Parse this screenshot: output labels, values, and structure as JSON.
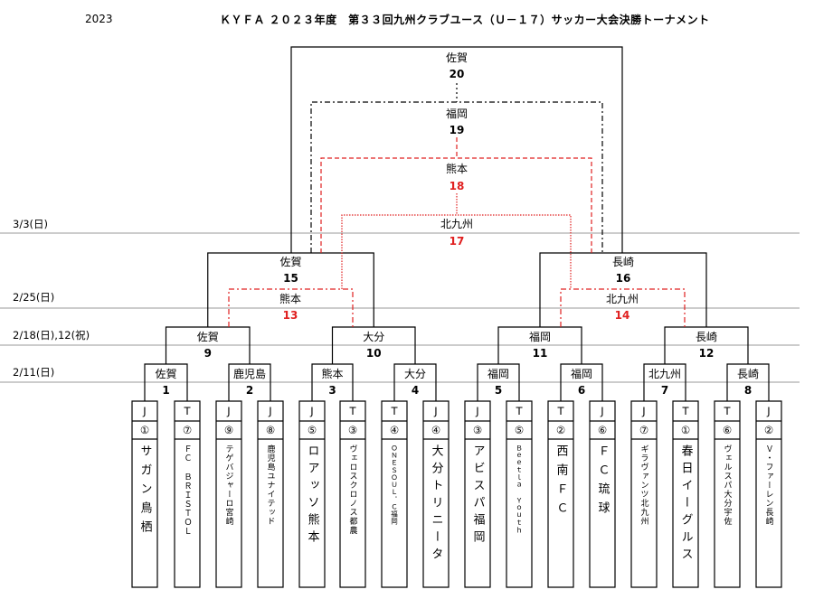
{
  "header": {
    "year": "2023",
    "title": "ＫＹＦＡ ２０２３年度　第３３回九州クラブユース（Ｕ－１７）サッカー大会決勝トーナメント"
  },
  "dates": [
    "3/3(日)",
    "2/25(日)",
    "2/18(日),12(祝)",
    "2/11(日)"
  ],
  "matches": [
    {
      "venue": "佐賀",
      "no": "1"
    },
    {
      "venue": "鹿児島",
      "no": "2"
    },
    {
      "venue": "熊本",
      "no": "3"
    },
    {
      "venue": "大分",
      "no": "4"
    },
    {
      "venue": "福岡",
      "no": "5"
    },
    {
      "venue": "福岡",
      "no": "6"
    },
    {
      "venue": "北九州",
      "no": "7"
    },
    {
      "venue": "長崎",
      "no": "8"
    },
    {
      "venue": "佐賀",
      "no": "9"
    },
    {
      "venue": "大分",
      "no": "10"
    },
    {
      "venue": "福岡",
      "no": "11"
    },
    {
      "venue": "長崎",
      "no": "12"
    },
    {
      "venue": "熊本",
      "no": "13"
    },
    {
      "venue": "北九州",
      "no": "14"
    },
    {
      "venue": "佐賀",
      "no": "15"
    },
    {
      "venue": "長崎",
      "no": "16"
    },
    {
      "venue": "北九州",
      "no": "17"
    },
    {
      "venue": "熊本",
      "no": "18"
    },
    {
      "venue": "福岡",
      "no": "19"
    },
    {
      "venue": "佐賀",
      "no": "20"
    }
  ],
  "teams": [
    {
      "league": "J",
      "seed": "①",
      "name": "サガン鳥栖"
    },
    {
      "league": "T",
      "seed": "⑦",
      "name": "ＦＣ ＢＲＩＳＴＯＬ"
    },
    {
      "league": "J",
      "seed": "⑨",
      "name": "テゲバジャーロ宮崎"
    },
    {
      "league": "J",
      "seed": "⑧",
      "name": "鹿児島ユナイテッド"
    },
    {
      "league": "J",
      "seed": "⑤",
      "name": "ロアッソ熊本"
    },
    {
      "league": "T",
      "seed": "③",
      "name": "ヴェロスクロノス都農"
    },
    {
      "league": "T",
      "seed": "④",
      "name": "ＯＮＥＳＯＵＬ．Ｃ福岡"
    },
    {
      "league": "J",
      "seed": "④",
      "name": "大分トリニータ"
    },
    {
      "league": "J",
      "seed": "③",
      "name": "アビスパ福岡"
    },
    {
      "league": "T",
      "seed": "⑤",
      "name": "Ｂｅｅｔｌａ Ｙｏｕｔｈ"
    },
    {
      "league": "T",
      "seed": "②",
      "name": "西南ＦＣ"
    },
    {
      "league": "J",
      "seed": "⑥",
      "name": "ＦＣ琉球"
    },
    {
      "league": "J",
      "seed": "⑦",
      "name": "ギラヴァンツ北九州"
    },
    {
      "league": "T",
      "seed": "①",
      "name": "春日イーグルス"
    },
    {
      "league": "T",
      "seed": "⑥",
      "name": "ヴェルスパ大分宇佐"
    },
    {
      "league": "J",
      "seed": "②",
      "name": "Ｖ・ファーレン長崎"
    }
  ]
}
